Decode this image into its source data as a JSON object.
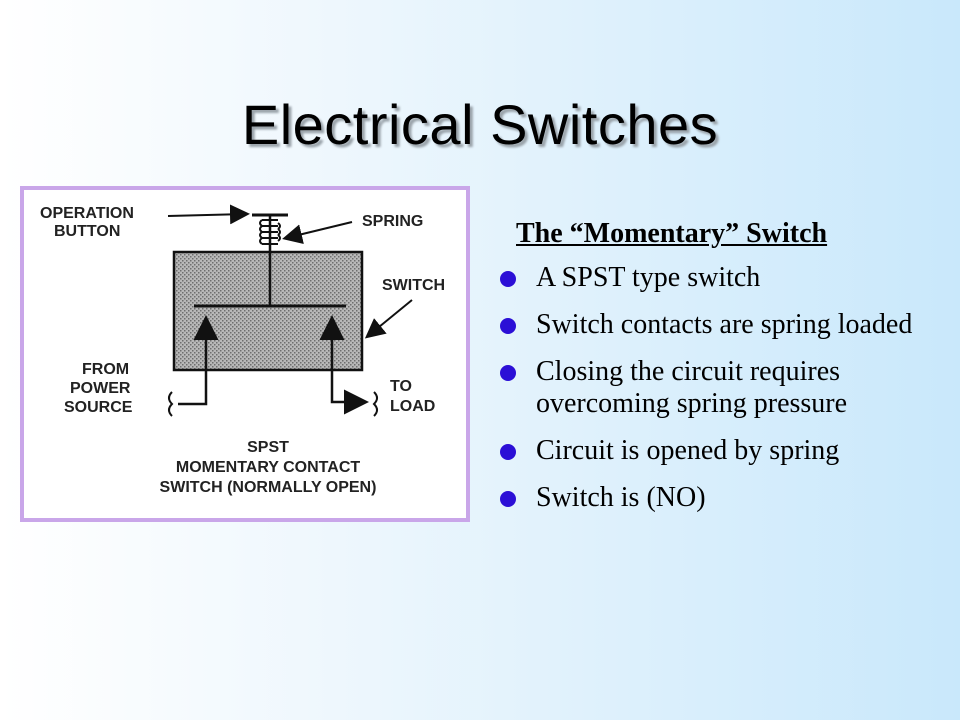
{
  "slide": {
    "title": "Electrical Switches"
  },
  "diagram": {
    "labels": {
      "operation_line1": "OPERATION",
      "operation_line2": "BUTTON",
      "spring": "SPRING",
      "switch": "SWITCH",
      "from_line1": "FROM",
      "from_line2": "POWER",
      "from_line3": "SOURCE",
      "to_line1": "TO",
      "to_line2": "LOAD",
      "caption_line1": "SPST",
      "caption_line2": "MOMENTARY CONTACT",
      "caption_line3": "SWITCH (NORMALLY OPEN)"
    }
  },
  "panel": {
    "heading": "The “Momentary”  Switch",
    "bullets": [
      "A SPST type switch",
      "Switch contacts are spring loaded",
      "Closing the circuit requires overcoming spring pressure",
      "Circuit is opened by spring",
      "Switch is (NO)"
    ],
    "bullet_color": "#2b0fd6"
  }
}
